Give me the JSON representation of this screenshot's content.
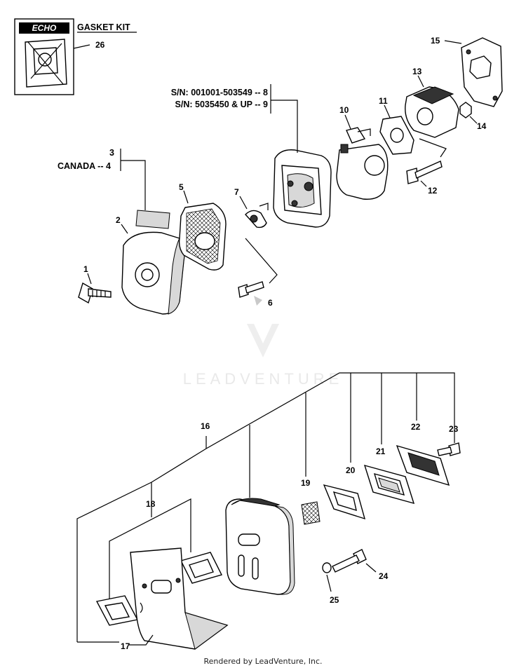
{
  "kit": {
    "title": "GASKET KIT",
    "brand": "ECHO",
    "ref": "26"
  },
  "callouts": {
    "sn_a": "S/N: 001001-503549 -- 8",
    "sn_b": "S/N: 5035450 & UP -- 9",
    "canada_top": "3",
    "canada_bottom": "CANADA -- 4"
  },
  "labels": {
    "p1": "1",
    "p2": "2",
    "p5": "5",
    "p6": "6",
    "p7": "7",
    "p10": "10",
    "p11": "11",
    "p12": "12",
    "p13": "13",
    "p14": "14",
    "p15": "15",
    "p16": "16",
    "p17": "17",
    "p18": "18",
    "p19": "19",
    "p20": "20",
    "p21": "21",
    "p22": "22",
    "p23": "23",
    "p24": "24",
    "p25": "25"
  },
  "watermark": "LEADVENTURE",
  "footer": "Rendered by LeadVenture, Inc."
}
